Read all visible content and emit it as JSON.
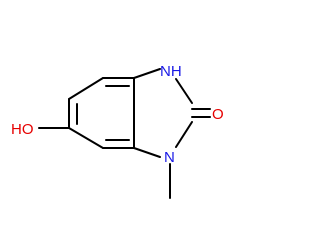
{
  "molecule": {
    "atoms": {
      "nh": "NH",
      "n_methyl": "N",
      "carbonyl_o": "O",
      "hydroxyl": "HO"
    },
    "colors": {
      "bond": "#000000",
      "nitrogen": "#1a1ae6",
      "oxygen": "#e60000"
    }
  }
}
